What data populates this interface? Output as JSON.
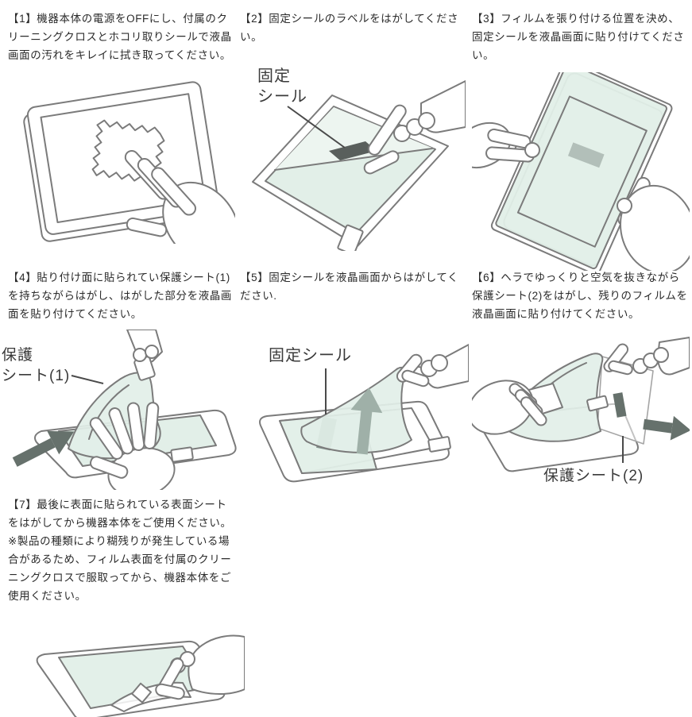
{
  "document": {
    "type": "screen-protector-application-instructions",
    "language": "ja"
  },
  "steps": [
    {
      "id": "1",
      "text": "【1】機器本体の電源をOFFにし、付属のクリーニングクロスとホコリ取りシールで液晶画面の汚れをキレイに拭き取ってください。"
    },
    {
      "id": "2",
      "text": "【2】固定シールのラベルをはがしてください。"
    },
    {
      "id": "3",
      "text": "【3】フィルムを張り付ける位置を決め、固定シールを液晶画面に貼り付けてください。"
    },
    {
      "id": "4",
      "text": "【4】貼り付け面に貼られてい保護シート(1)を持ちながらはがし、はがした部分を液晶画面を貼り付けてください。"
    },
    {
      "id": "5",
      "text": "【5】固定シールを液晶画面からはがしてください."
    },
    {
      "id": "6",
      "text": "【6】ヘラでゆっくりと空気を抜きながら保護シート(2)をはがし、残りのフィルムを液晶画面に貼り付けてください。"
    },
    {
      "id": "7",
      "text": "【7】最後に表面に貼られている表面シートをはがしてから機器本体をご使用ください。",
      "note": "※製品の種類により糊残りが発生している場合があるため、フィルム表面を付属のクリーニングクロスで服取ってから、機器本体をご使用ください。"
    }
  ],
  "figures": {
    "fig2": {
      "label_line1": "固定",
      "label_line2": "シール"
    },
    "fig4": {
      "label_line1": "保護",
      "label_line2": "シート(1)"
    },
    "fig5": {
      "label": "固定シール"
    },
    "fig6": {
      "label": "保護シート(2)"
    }
  },
  "colors": {
    "line": "#7b7b7b",
    "text": "#2b2b2b",
    "film": "#e2efe8",
    "film_light": "#edf5f0",
    "arrow_dark": "#66716c",
    "arrow_light": "#9fb0a8",
    "seal_dark": "#595f5c",
    "seal_mid": "#b2bfb9",
    "seal_film": "#83938d"
  }
}
